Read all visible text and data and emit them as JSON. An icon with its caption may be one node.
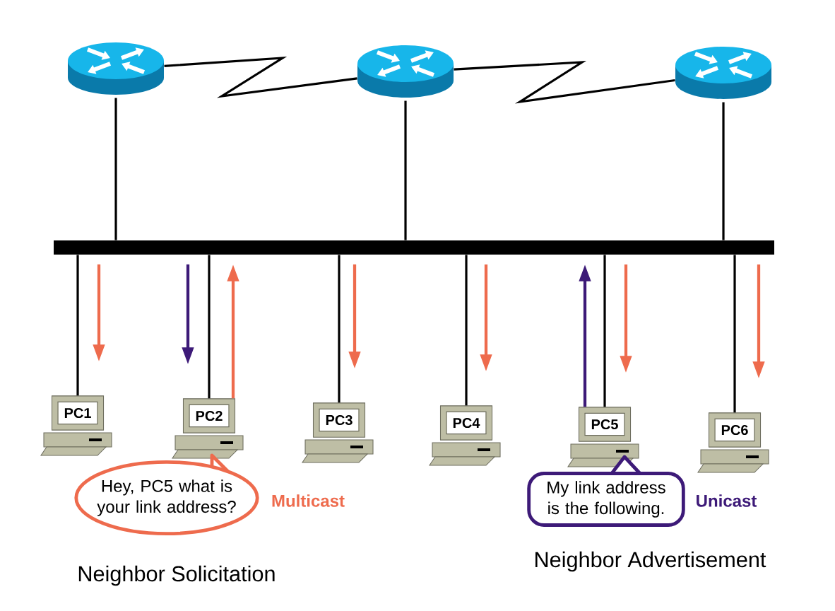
{
  "diagram": {
    "nodes": [
      {
        "text": [],
        "shape": "cylinder"
      },
      {
        "text": [],
        "shape": "cylinder"
      },
      {
        "text": [],
        "shape": "cylinder"
      },
      {
        "text": [],
        "shape": "bar"
      },
      {
        "text": [
          "PC1"
        ]
      },
      {
        "text": [
          "PC2"
        ]
      },
      {
        "text": [
          "PC3"
        ]
      },
      {
        "text": [
          "PC4"
        ]
      },
      {
        "text": [
          "PC5"
        ]
      },
      {
        "text": [
          "PC6"
        ]
      },
      {
        "text": [
          "Hey, PC5 what is your link address?"
        ],
        "beside": [
          "Multicast"
        ]
      },
      {
        "text": [
          "My link address is the following."
        ],
        "beside": [
          "Unicast"
        ]
      }
    ],
    "edges": [
      {
        "from": 0,
        "to": 1,
        "arrow": "none"
      },
      {
        "from": 1,
        "to": 2,
        "arrow": "none"
      },
      {
        "from": 0,
        "to": 3,
        "arrow": "none"
      },
      {
        "from": 1,
        "to": 3,
        "arrow": "none"
      },
      {
        "from": 2,
        "to": 3,
        "arrow": "none"
      },
      {
        "from": 3,
        "to": 4,
        "arrow": "none"
      },
      {
        "from": 3,
        "to": 5,
        "arrow": "none"
      },
      {
        "from": 3,
        "to": 6,
        "arrow": "none"
      },
      {
        "from": 3,
        "to": 7,
        "arrow": "none"
      },
      {
        "from": 3,
        "to": 8,
        "arrow": "none"
      },
      {
        "from": 3,
        "to": 9,
        "arrow": "none"
      },
      {
        "from": 3,
        "to": 4,
        "arrow": "to",
        "color": "#ee6b4d"
      },
      {
        "from": 3,
        "to": 5,
        "arrow": "to",
        "color": "#3d1a78"
      },
      {
        "from": 5,
        "to": 3,
        "arrow": "to",
        "color": "#ee6b4d"
      },
      {
        "from": 3,
        "to": 6,
        "arrow": "to",
        "color": "#ee6b4d"
      },
      {
        "from": 3,
        "to": 7,
        "arrow": "to",
        "color": "#ee6b4d"
      },
      {
        "from": 3,
        "to": 8,
        "arrow": "to",
        "color": "#ee6b4d"
      },
      {
        "from": 8,
        "to": 3,
        "arrow": "to",
        "color": "#3d1a78"
      },
      {
        "from": 3,
        "to": 9,
        "arrow": "to",
        "color": "#ee6b4d"
      }
    ],
    "labels": [
      "Neighbor Solicitation",
      "Neighbor Advertisement"
    ]
  }
}
